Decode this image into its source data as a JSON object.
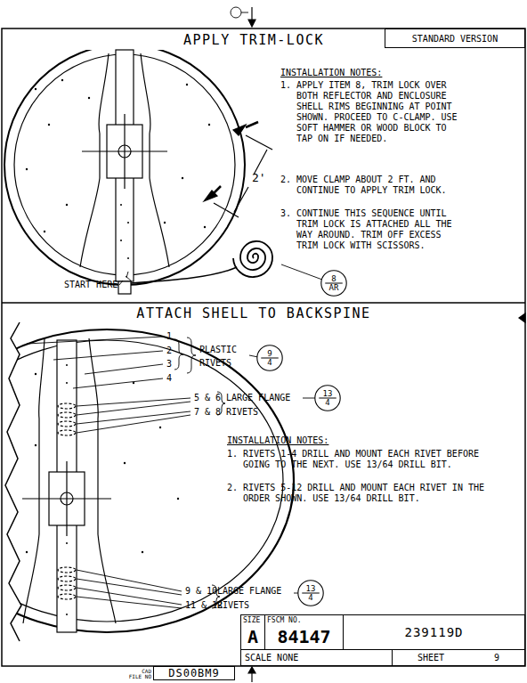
{
  "diagram": {
    "nodes": [
      {
        "text": [
          "STANDARD VERSION"
        ]
      },
      {
        "text": [
          "8",
          "AR"
        ]
      },
      {
        "text": [
          "9",
          "4"
        ]
      },
      {
        "text": [
          "13",
          "4"
        ]
      },
      {
        "text": [
          "13",
          "4"
        ]
      },
      {
        "text": [
          "SIZE",
          "A"
        ]
      },
      {
        "text": [
          "FSCM NO.",
          "84147"
        ]
      },
      {
        "text": [
          "239119D"
        ]
      },
      {
        "text": [
          "SCALE NONE"
        ]
      },
      {
        "text": [
          "SHEET",
          "9"
        ]
      },
      {
        "text": [
          "CAD FILE NO",
          "DS00BM9"
        ]
      }
    ],
    "labels": [
      "APPLY TRIM-LOCK",
      "INSTALLATION NOTES:",
      "1. APPLY ITEM 8, TRIM LOCK OVER BOTH REFLECTOR AND ENCLOSURE SHELL RIMS BEGINNING AT POINT SHOWN. PROCEED TO C-CLAMP. USE SOFT HAMMER OR WOOD BLOCK TO TAP ON IF NEEDED.",
      "2'",
      "2. MOVE CLAMP ABOUT 2 FT. AND CONTINUE TO APPLY TRIM LOCK.",
      "3. CONTINUE THIS SEQUENCE UNTIL TRIM LOCK IS ATTACHED ALL THE WAY AROUND. TRIM OFF EXCESS TRIM LOCK WITH SCISSORS.",
      "START HERE",
      "ATTACH SHELL TO BACKSPINE",
      "1",
      "2",
      "3",
      "4",
      "PLASTIC",
      "RIVETS",
      "5 & 6",
      "7 & 8",
      "LARGE FLANGE",
      "RIVETS",
      "INSTALLATION NOTES:",
      "1. RIVETS 1-4 DRILL AND MOUNT EACH RIVET BEFORE GOING TO THE NEXT. USE 13/64 DRILL BIT.",
      "2. RIVETS 5-12 DRILL AND MOUNT EACH RIVET IN THE ORDER SHOWN. USE 13/64 DRILL BIT.",
      "9 & 10",
      "11 & 12",
      "LARGE FLANGE",
      "RIVETS"
    ]
  }
}
